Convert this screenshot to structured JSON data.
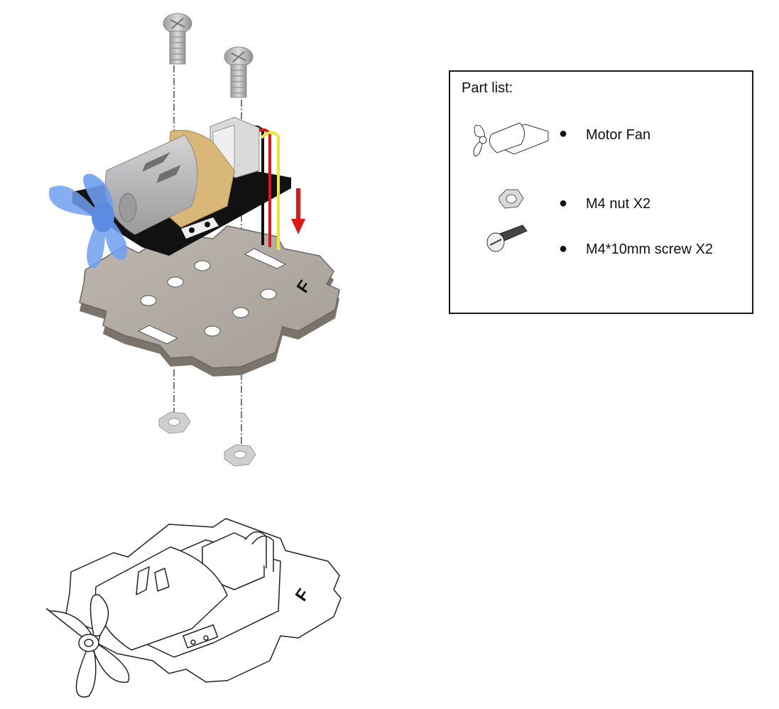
{
  "part_list": {
    "title": "Part list:",
    "items": [
      {
        "label": "Motor Fan",
        "icon": "motor-fan-icon"
      },
      {
        "label": "M4 nut X2",
        "icon": "nut-icon"
      },
      {
        "label": "M4*10mm screw X2",
        "icon": "screw-icon"
      }
    ]
  },
  "plate_marking": "F",
  "colors": {
    "plate": "#b3aca4",
    "propeller": "#6f9ff0",
    "motor": "#b5b5b7",
    "gearbox": "#d9b779",
    "pcb": "#111111",
    "arrow": "#e01515",
    "wire_red": "#e01515",
    "wire_yellow": "#ede63a"
  }
}
